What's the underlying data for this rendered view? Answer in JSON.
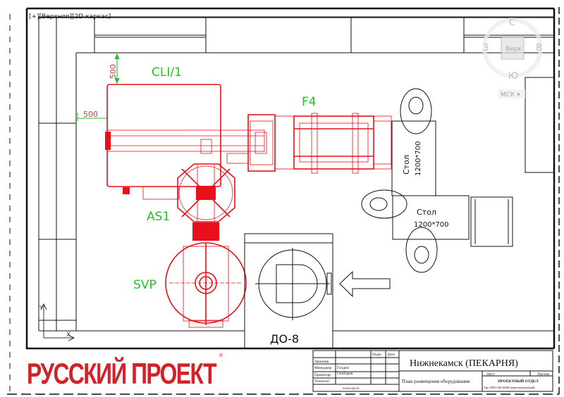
{
  "viewport": {
    "label": "[+][Верхняя][2D каркас]"
  },
  "viewcube": {
    "north": "С",
    "west": "З",
    "east": "В",
    "south": "Ю",
    "face": "Верх",
    "ucs": "МСК ▾"
  },
  "dimensions": {
    "vertical": "500",
    "horizontal": "500"
  },
  "equipment": {
    "cli": "CLI/1",
    "f4": "F4",
    "as1": "AS1",
    "svp": "SVP",
    "do8": "ДО-8"
  },
  "tables": [
    {
      "name": "Стол",
      "size": "1200*700"
    },
    {
      "name": "Стол",
      "size": "1200*700"
    }
  ],
  "title_block": {
    "logo": "РУССКИЙ ПРОЕКТ",
    "col_sign": "Подп.",
    "col_date": "Дата",
    "rows": [
      {
        "role": "Заказчик",
        "name": ""
      },
      {
        "role": "Менеджер",
        "name": "Голдин"
      },
      {
        "role": "Проектир.",
        "name": "Снобарев"
      },
      {
        "role": "Технолог",
        "name": ""
      }
    ],
    "website": "www.rp.ru",
    "project": "Нижнекамск (ПЕКАРНЯ)",
    "sheet_title": "План размещения оборудования",
    "sheet_label": "Лист",
    "sheets_label": "Листов",
    "department": "ПРОЕКТНЫЙ ОТДЕЛ",
    "phone": "Тф: (495) 540-4600 (многоканальный)"
  },
  "colors": {
    "equipment": "#e8101a",
    "labels": "#22c322",
    "logo": "#d42027"
  }
}
